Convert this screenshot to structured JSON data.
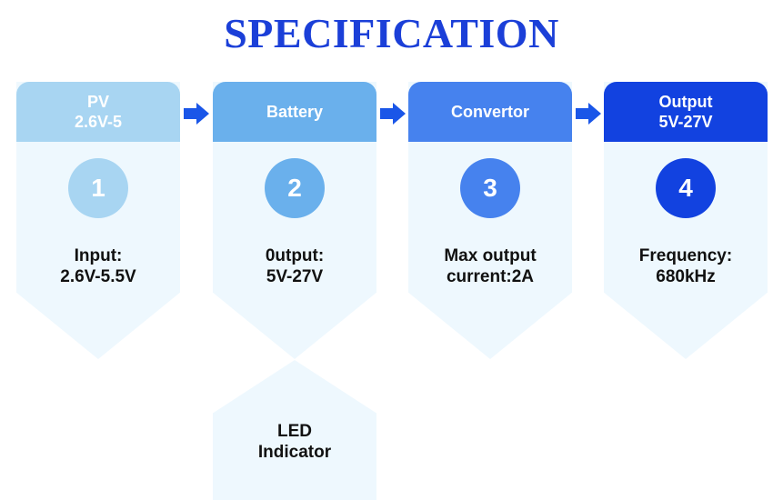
{
  "title": "SPECIFICATION",
  "steps": [
    {
      "header_line1": "PV",
      "header_line2": "2.6V-5",
      "number": "1",
      "desc_line1": "Input:",
      "desc_line2": "2.6V-5.5V",
      "header_color": "#a8d5f2",
      "circle_color": "#a8d5f2"
    },
    {
      "header_line1": "Battery",
      "header_line2": "",
      "number": "2",
      "desc_line1": "0utput:",
      "desc_line2": "5V-27V",
      "header_color": "#6ab0ec",
      "circle_color": "#6ab0ec"
    },
    {
      "header_line1": "Convertor",
      "header_line2": "",
      "number": "3",
      "desc_line1": "Max output",
      "desc_line2": "current:2A",
      "header_color": "#4682ee",
      "circle_color": "#4682ee"
    },
    {
      "header_line1": "Output",
      "header_line2": "5V-27V",
      "number": "4",
      "desc_line1": "Frequency:",
      "desc_line2": "680kHz",
      "header_color": "#1242e0",
      "circle_color": "#1242e0"
    }
  ],
  "led": {
    "line1": "LED",
    "line2": "Indicator"
  },
  "colors": {
    "title": "#1b3fd8",
    "card_bg": "#eef8fe",
    "arrow": "#1a56e8"
  },
  "icons": {
    "connector": "right-arrow-icon"
  }
}
